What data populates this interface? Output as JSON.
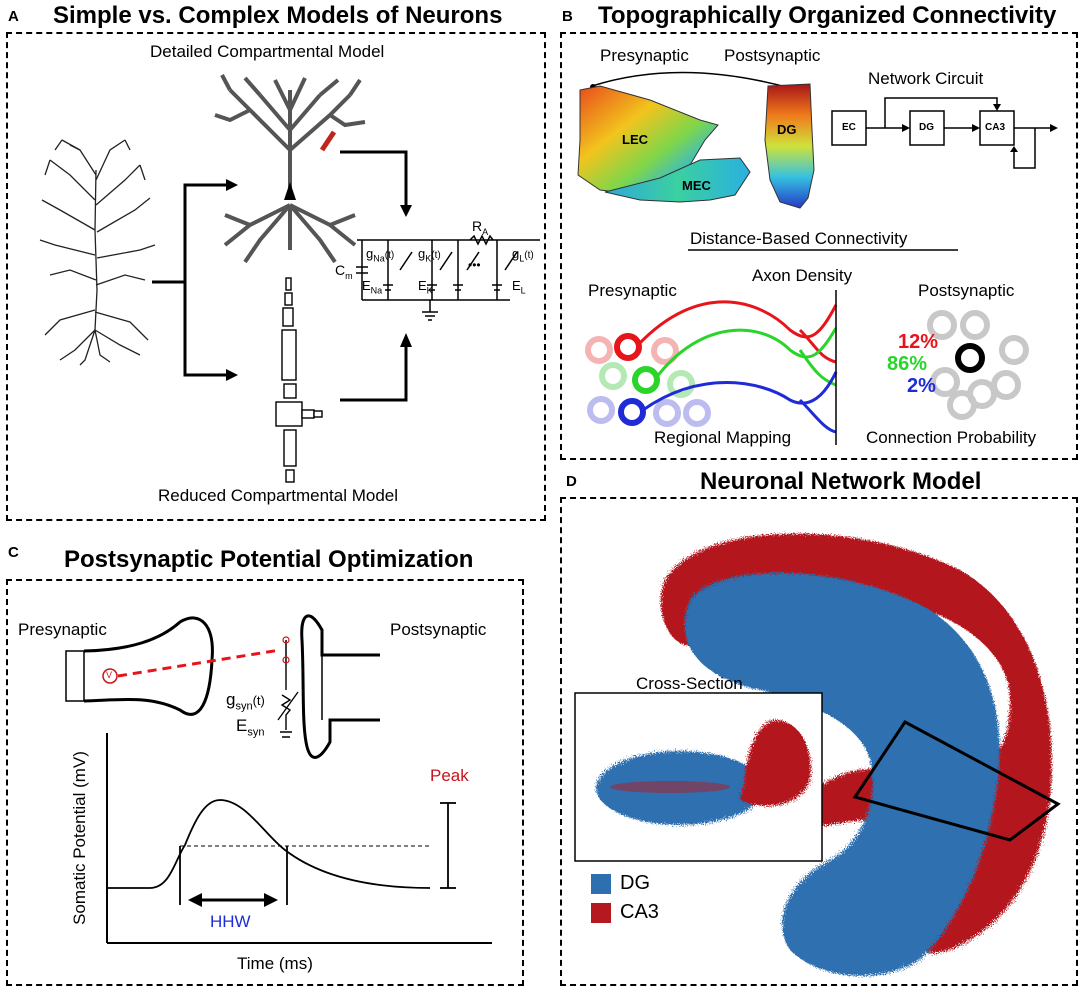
{
  "panel_a": {
    "letter": "A",
    "title": "Simple vs. Complex Models of Neurons",
    "detailed_label": "Detailed Compartmental Model",
    "reduced_label": "Reduced Compartmental Model",
    "circuit": {
      "ra": "R",
      "ra_sub": "A",
      "cm": "C",
      "cm_sub": "m",
      "gna": "g",
      "gna_sub": "Na",
      "gna_t": "(t)",
      "gk": "g",
      "gk_sub": "K",
      "gk_t": "(t)",
      "dots": "•••",
      "gl": "g",
      "gl_sub": "L",
      "gl_t": "(t)",
      "ena": "E",
      "ena_sub": "Na",
      "ek": "E",
      "ek_sub": "K",
      "el": "E",
      "el_sub": "L"
    }
  },
  "panel_b": {
    "letter": "B",
    "title": "Topographically Organized Connectivity",
    "presynaptic": "Presynaptic",
    "postsynaptic": "Postsynaptic",
    "lec": "LEC",
    "mec": "MEC",
    "dg": "DG",
    "network_circuit": "Network Circuit",
    "circuit_nodes": [
      "EC",
      "DG",
      "CA3"
    ],
    "distance_title": "Distance-Based Connectivity",
    "presynaptic_2": "Presynaptic",
    "axon_density": "Axon Density",
    "postsynaptic_2": "Postsynaptic",
    "regional_mapping": "Regional Mapping",
    "connection_probability": "Connection Probability",
    "percentages": [
      {
        "value": "12%",
        "color": "#e8141b"
      },
      {
        "value": "86%",
        "color": "#2bd42b"
      },
      {
        "value": "2%",
        "color": "#1f2bd6"
      }
    ]
  },
  "panel_c": {
    "letter": "C",
    "title": "Postsynaptic Potential Optimization",
    "presynaptic": "Presynaptic",
    "postsynaptic": "Postsynaptic",
    "v_symbol": "V",
    "gsyn": "g",
    "gsyn_sub": "syn",
    "gsyn_t": "(t)",
    "esyn": "E",
    "esyn_sub": "syn",
    "ylabel": "Somatic Potential (mV)",
    "xlabel": "Time (ms)",
    "peak": "Peak",
    "hhw": "HHW"
  },
  "panel_d": {
    "letter": "D",
    "title": "Neuronal Network Model",
    "cross_section": "Cross-Section",
    "legend": [
      {
        "label": "DG",
        "color": "#2e6fb0"
      },
      {
        "label": "CA3",
        "color": "#b3191f"
      }
    ]
  },
  "colors": {
    "red": "#e8141b",
    "green": "#2bd42b",
    "blue": "#1f2bd6",
    "dg_blue": "#2e6fb0",
    "ca3_red": "#b3191f",
    "hhw_blue": "#1f2bd6",
    "peak_red": "#c8141b"
  }
}
